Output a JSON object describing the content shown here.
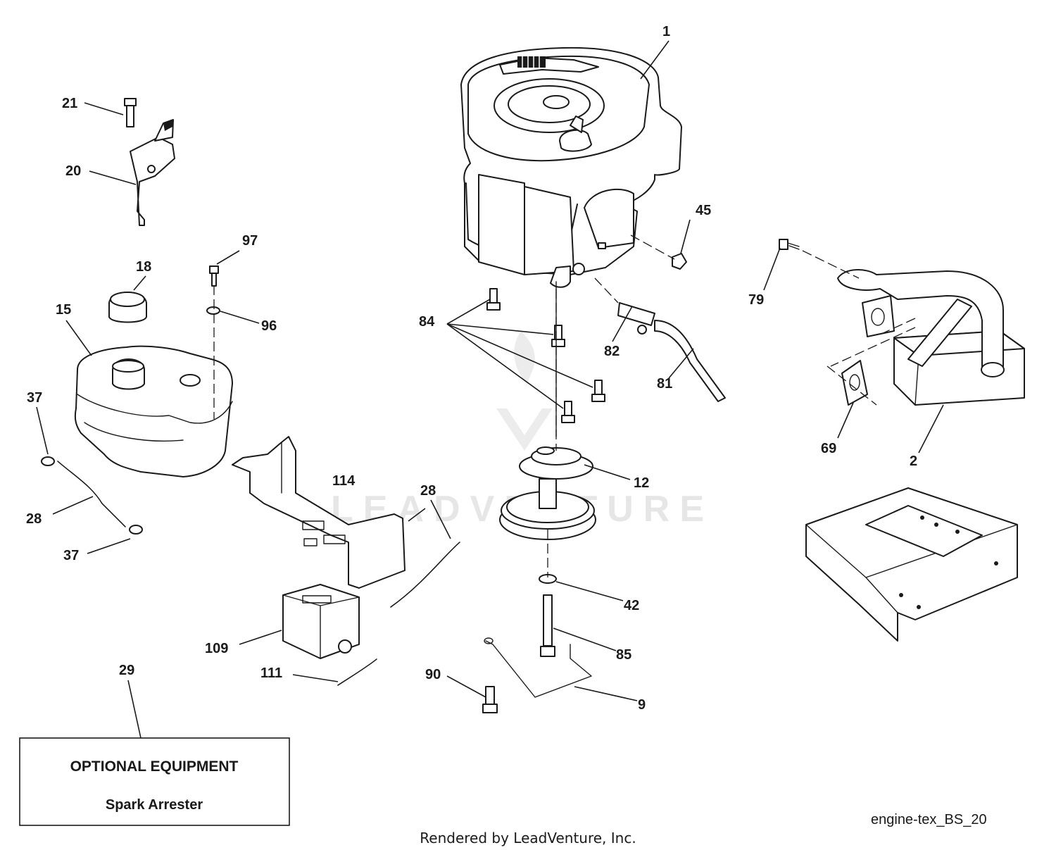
{
  "callouts": [
    {
      "id": "1",
      "label": "1"
    },
    {
      "id": "2",
      "label": "2"
    },
    {
      "id": "9",
      "label": "9"
    },
    {
      "id": "12",
      "label": "12"
    },
    {
      "id": "15",
      "label": "15"
    },
    {
      "id": "18",
      "label": "18"
    },
    {
      "id": "20",
      "label": "20"
    },
    {
      "id": "21",
      "label": "21"
    },
    {
      "id": "28a",
      "label": "28"
    },
    {
      "id": "28b",
      "label": "28"
    },
    {
      "id": "29",
      "label": "29"
    },
    {
      "id": "37a",
      "label": "37"
    },
    {
      "id": "37b",
      "label": "37"
    },
    {
      "id": "42",
      "label": "42"
    },
    {
      "id": "45",
      "label": "45"
    },
    {
      "id": "69",
      "label": "69"
    },
    {
      "id": "79",
      "label": "79"
    },
    {
      "id": "81",
      "label": "81"
    },
    {
      "id": "82",
      "label": "82"
    },
    {
      "id": "84",
      "label": "84"
    },
    {
      "id": "85",
      "label": "85"
    },
    {
      "id": "90",
      "label": "90"
    },
    {
      "id": "96",
      "label": "96"
    },
    {
      "id": "97",
      "label": "97"
    },
    {
      "id": "109",
      "label": "109"
    },
    {
      "id": "111",
      "label": "111"
    },
    {
      "id": "114",
      "label": "114"
    }
  ],
  "optional_box": {
    "title": "OPTIONAL EQUIPMENT",
    "item": "Spark Arrester"
  },
  "diagram_id": "engine-tex_BS_20",
  "watermark": "LEADVENTURE",
  "credit": "Rendered by LeadVenture, Inc."
}
